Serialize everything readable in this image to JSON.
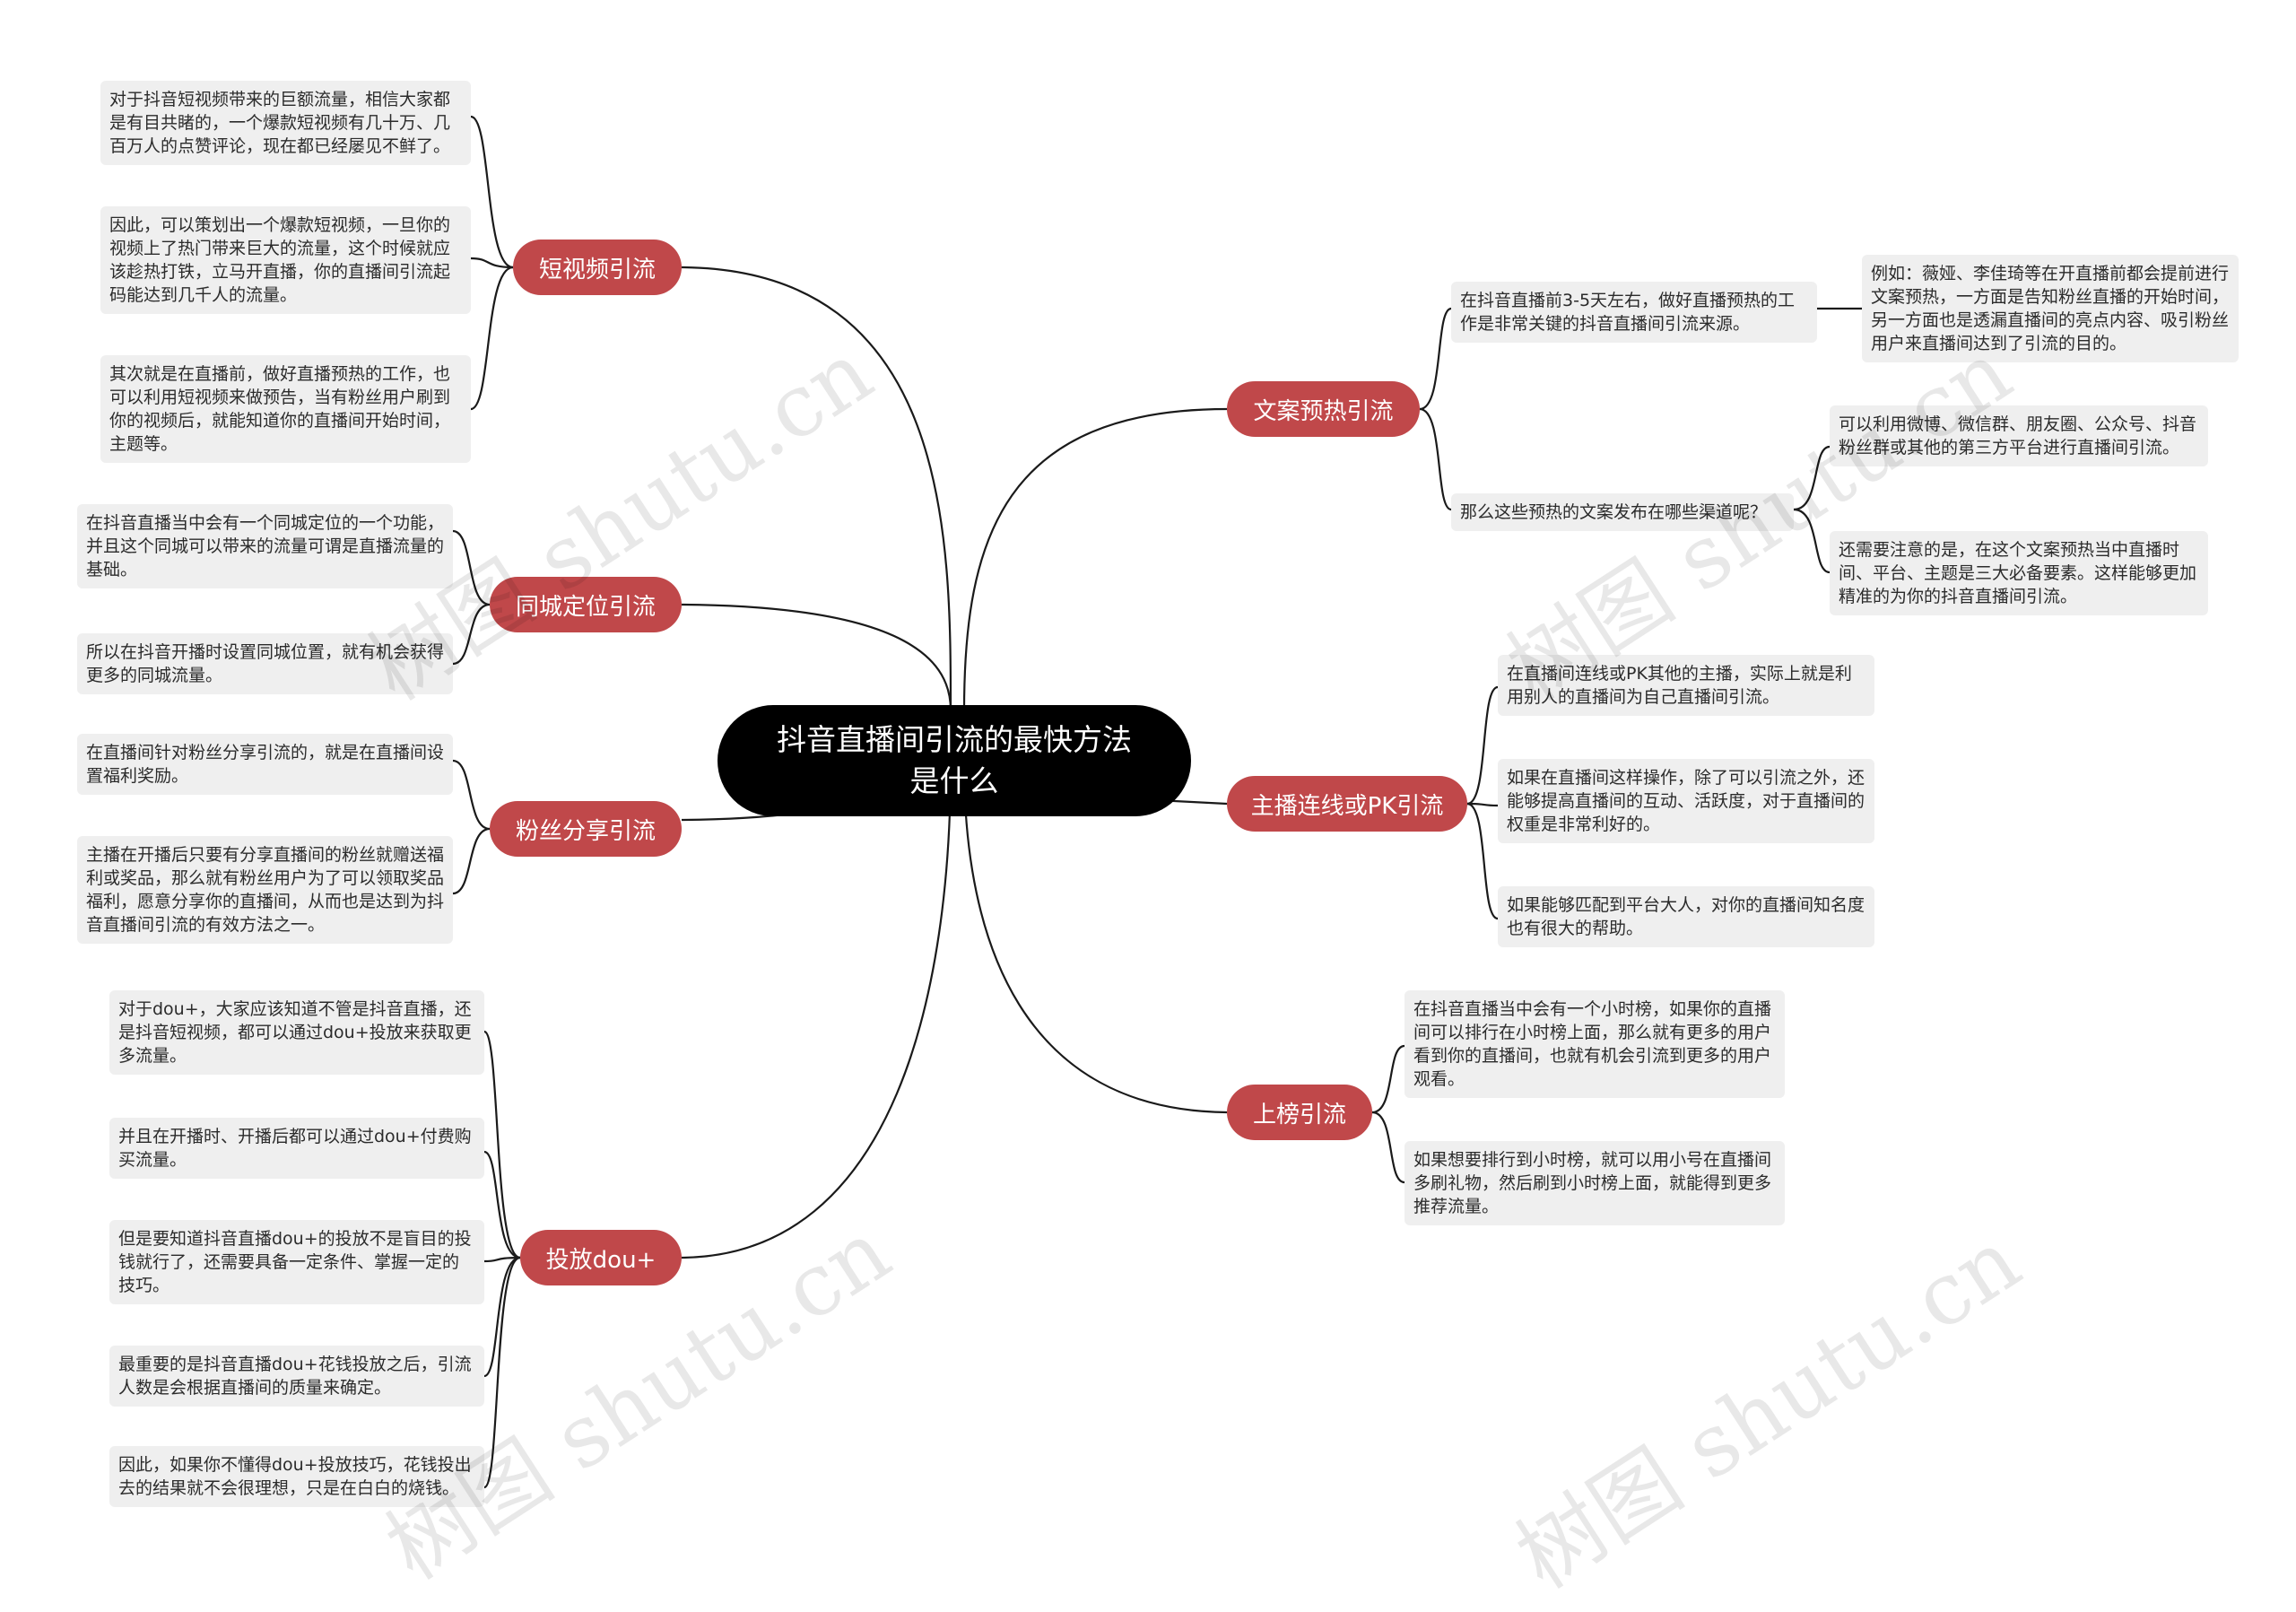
{
  "root": {
    "title": "抖音直播间引流的最快方法是什么"
  },
  "branches": [
    {
      "label": "短视频引流",
      "leaves": [
        "对于抖音短视频带来的巨额流量，相信大家都是有目共睹的，一个爆款短视频有几十万、几百万人的点赞评论，现在都已经屡见不鲜了。",
        "因此，可以策划出一个爆款短视频，一旦你的视频上了热门带来巨大的流量，这个时候就应该趁热打铁，立马开直播，你的直播间引流起码能达到几千人的流量。",
        "其次就是在直播前，做好直播预热的工作，也可以利用短视频来做预告，当有粉丝用户刷到你的视频后，就能知道你的直播间开始时间，主题等。"
      ]
    },
    {
      "label": "同城定位引流",
      "leaves": [
        "在抖音直播当中会有一个同城定位的一个功能，并且这个同城可以带来的流量可谓是直播流量的基础。",
        "所以在抖音开播时设置同城位置，就有机会获得更多的同城流量。"
      ]
    },
    {
      "label": "粉丝分享引流",
      "leaves": [
        "在直播间针对粉丝分享引流的，就是在直播间设置福利奖励。",
        "主播在开播后只要有分享直播间的粉丝就赠送福利或奖品，那么就有粉丝用户为了可以领取奖品福利，愿意分享你的直播间，从而也是达到为抖音直播间引流的有效方法之一。"
      ]
    },
    {
      "label": "投放dou+",
      "leaves": [
        "对于dou+，大家应该知道不管是抖音直播，还是抖音短视频，都可以通过dou+投放来获取更多流量。",
        "并且在开播时、开播后都可以通过dou+付费购买流量。",
        "但是要知道抖音直播dou+的投放不是盲目的投钱就行了，还需要具备一定条件、掌握一定的技巧。",
        "最重要的是抖音直播dou+花钱投放之后，引流人数是会根据直播间的质量来确定。",
        "因此，如果你不懂得dou+投放技巧，花钱投出去的结果就不会很理想，只是在白白的烧钱。"
      ]
    },
    {
      "label": "文案预热引流",
      "leaves": [
        "在抖音直播前3-5天左右，做好直播预热的工作是非常关键的抖音直播间引流来源。",
        "那么这些预热的文案发布在哪些渠道呢？"
      ],
      "sub": [
        [
          "例如：薇娅、李佳琦等在开直播前都会提前进行文案预热，一方面是告知粉丝直播的开始时间，另一方面也是透漏直播间的亮点内容、吸引粉丝用户来直播间达到了引流的目的。"
        ],
        [
          "可以利用微博、微信群、朋友圈、公众号、抖音粉丝群或其他的第三方平台进行直播间引流。",
          "还需要注意的是，在这个文案预热当中直播时间、平台、主题是三大必备要素。这样能够更加精准的为你的抖音直播间引流。"
        ]
      ]
    },
    {
      "label": "主播连线或PK引流",
      "leaves": [
        "在直播间连线或PK其他的主播，实际上就是利用别人的直播间为自己直播间引流。",
        "如果在直播间这样操作，除了可以引流之外，还能够提高直播间的互动、活跃度，对于直播间的权重是非常利好的。",
        "如果能够匹配到平台大人，对你的直播间知名度也有很大的帮助。"
      ]
    },
    {
      "label": "上榜引流",
      "leaves": [
        "在抖音直播当中会有一个小时榜，如果你的直播间可以排行在小时榜上面，那么就有更多的用户看到你的直播间，也就有机会引流到更多的用户观看。",
        "如果想要排行到小时榜，就可以用小号在直播间多刷礼物，然后刷到小时榜上面，就能得到更多推荐流量。"
      ]
    }
  ],
  "watermark": "树图 shutu.cn",
  "colors": {
    "root": "#000000",
    "branch": "#c0484a",
    "leaf_bg": "#efefef",
    "line": "#1a1a1a"
  }
}
